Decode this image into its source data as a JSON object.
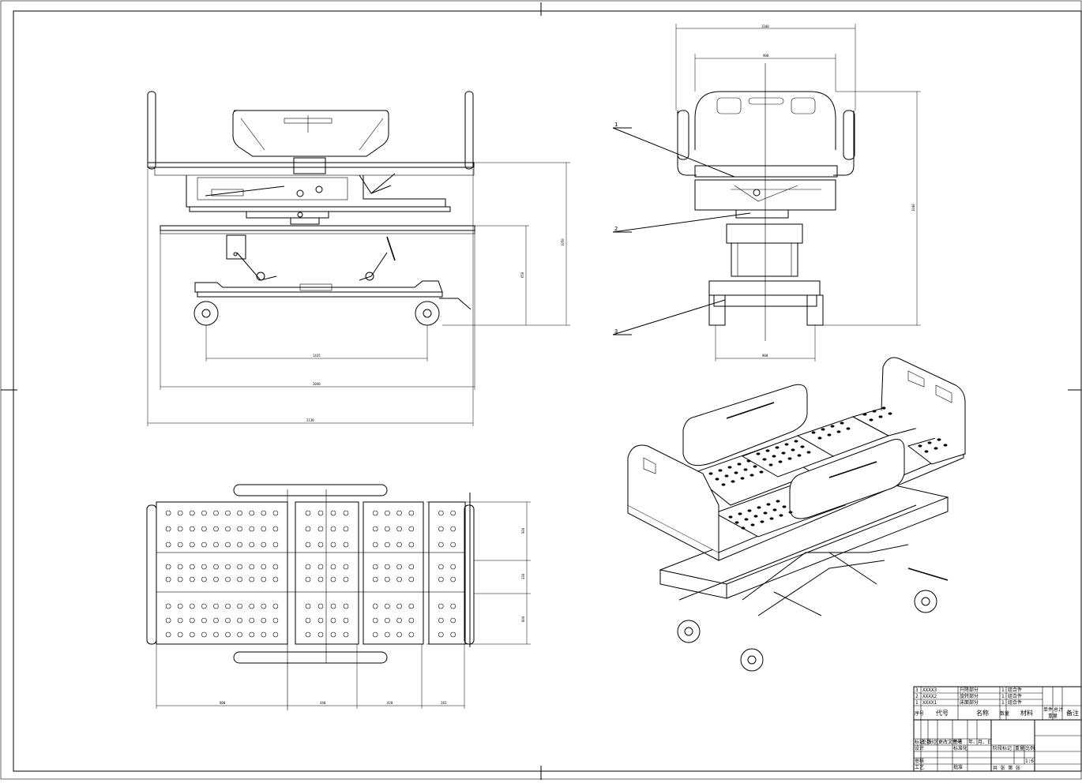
{
  "drawing": {
    "views": {
      "side": {
        "dims": {
          "height_overall": "1050",
          "height_base": "650",
          "wheelbase": "1435",
          "frame_length": "2040",
          "total_length": "2130"
        }
      },
      "front": {
        "dims": {
          "top_width": "1100",
          "inner_width": "900",
          "height": "1040",
          "base_width": "800"
        },
        "callouts": [
          "1",
          "2",
          "3"
        ]
      },
      "top": {
        "dims": {
          "seg1": "800",
          "seg2": "440",
          "seg3": "420",
          "seg4": "282",
          "w1": "900",
          "w2": "330",
          "w3": "800"
        }
      }
    },
    "title_block": {
      "bom_rows": [
        {
          "no": "3",
          "code": "XXXX3",
          "name": "升降部分",
          "qty": "1",
          "material": "组合件"
        },
        {
          "no": "2",
          "code": "XXXX2",
          "name": "旋转部分",
          "qty": "1",
          "material": "组合件"
        },
        {
          "no": "1",
          "code": "XXXX1",
          "name": "床面部分",
          "qty": "1",
          "material": "组合件"
        }
      ],
      "bom_header": {
        "no": "序号",
        "code": "代号",
        "name": "名称",
        "qty": "数量",
        "material": "材料",
        "single": "单件",
        "total": "总计",
        "weight": "重量",
        "remark": "备注"
      },
      "rev_labels": [
        "标记",
        "处数",
        "分区",
        "更改文件号",
        "签名",
        "年、月、日"
      ],
      "sign_labels": [
        "设计",
        "标准化",
        "审核",
        "工艺",
        "批准"
      ],
      "stage_labels": [
        "阶段标记",
        "重量",
        "比例"
      ],
      "scale": "1:6",
      "sheet_label": "共  张  第  张"
    }
  }
}
